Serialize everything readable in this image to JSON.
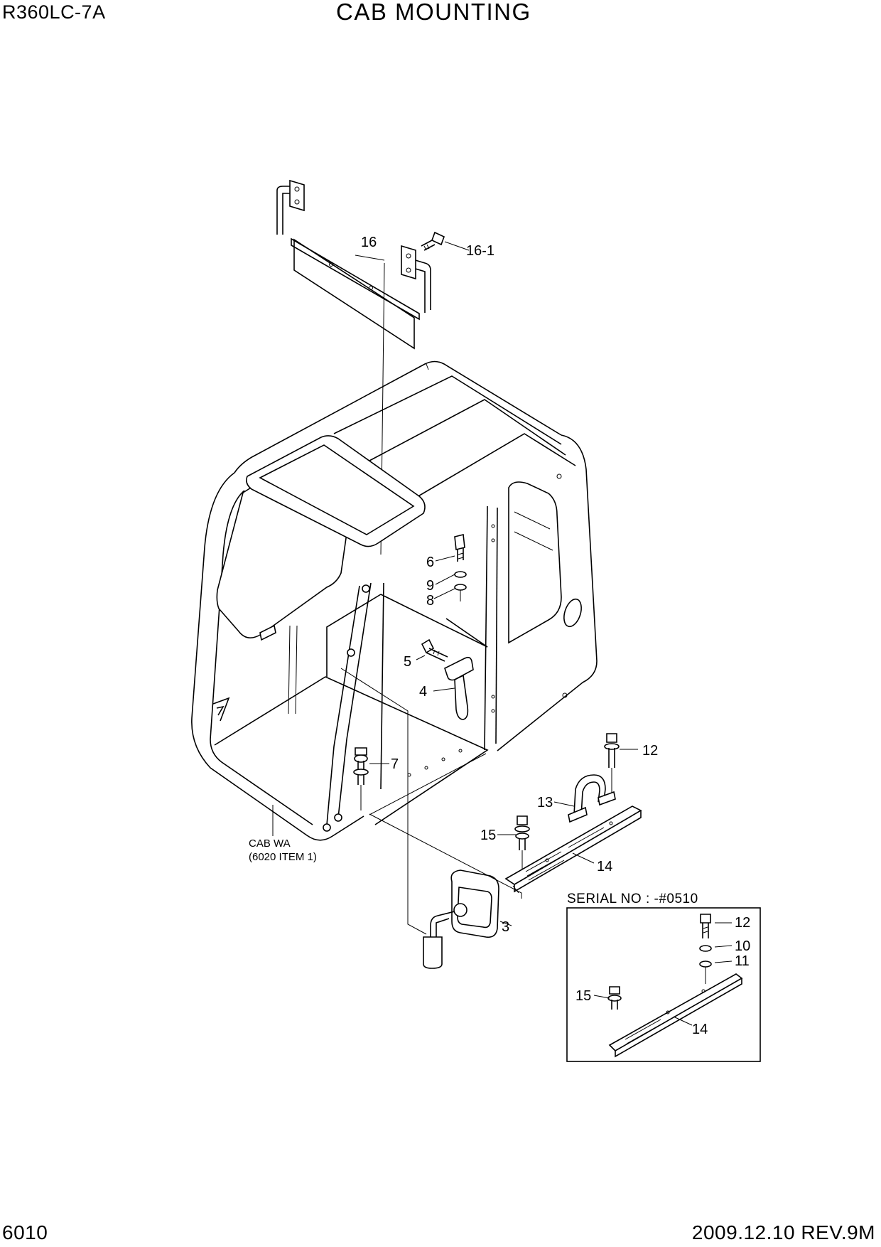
{
  "header": {
    "model": "R360LC-7A",
    "title": "CAB MOUNTING"
  },
  "footer": {
    "page_number": "6010",
    "revision": "2009.12.10  REV.9M"
  },
  "callouts": {
    "c16": "16",
    "c16_1": "16-1",
    "c6": "6",
    "c9": "9",
    "c8": "8",
    "c5": "5",
    "c4": "4",
    "c7": "7",
    "c12": "12",
    "c13": "13",
    "c15": "15",
    "c14": "14",
    "c3": "3"
  },
  "cab_note": {
    "line1": "CAB WA",
    "line2": "(6020 ITEM 1)"
  },
  "inset": {
    "heading": "SERIAL NO : -#0510",
    "c12": "12",
    "c10": "10",
    "c11": "11",
    "c15": "15",
    "c14": "14"
  }
}
